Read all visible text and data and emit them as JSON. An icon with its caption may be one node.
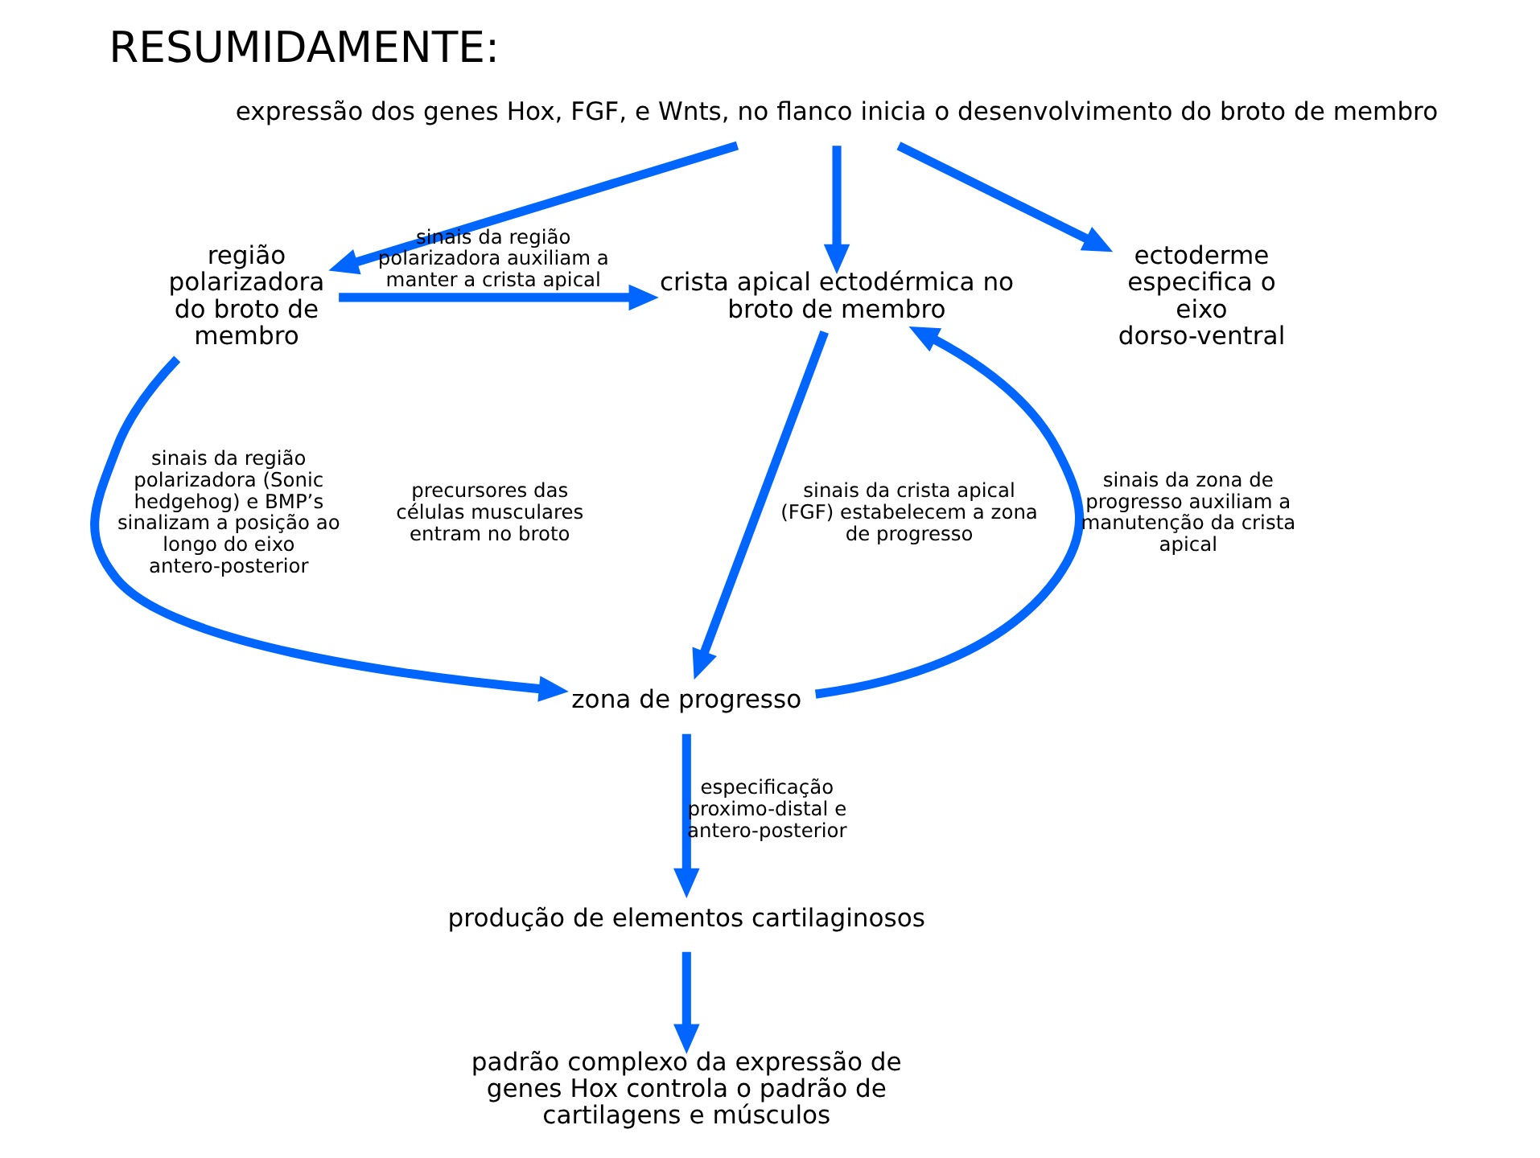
{
  "diagram": {
    "title": "RESUMIDAMENTE:",
    "nodes": [
      {
        "text": [
          "expressão dos genes Hox, FGF, e Wnts, no flanco inicia o desenvolvimento do broto de membro"
        ]
      },
      {
        "text": [
          "crista apical ectodérmica no broto de membro"
        ]
      },
      {
        "text": [
          "região polarizadora do broto de membro"
        ]
      },
      {
        "text": [
          "ectoderme especifica o eixo dorso-ventral"
        ]
      },
      {
        "text": [
          "zona de progresso"
        ]
      },
      {
        "text": [
          "produção de elementos cartilaginosos"
        ]
      },
      {
        "text": [
          "padrão complexo da expressão de genes Hox controla o padrão de cartilagens e músculos"
        ]
      }
    ],
    "edges": [
      {
        "from": 0,
        "to": 1,
        "arrow": "to"
      },
      {
        "from": 0,
        "to": 2,
        "arrow": "to"
      },
      {
        "from": 0,
        "to": 3,
        "arrow": "to"
      },
      {
        "from": 2,
        "to": 1,
        "arrow": "to",
        "label": "sinais da região polarizadora auxiliam a manter a crista apical"
      },
      {
        "from": 1,
        "to": 4,
        "arrow": "to",
        "label": "sinais da crista apical (FGF) estabelecem a zona de progresso"
      },
      {
        "from": 4,
        "to": 1,
        "arrow": "to",
        "label": "sinais da zona de progresso auxiliam a manutenção da crista apical"
      },
      {
        "from": 2,
        "to": 4,
        "arrow": "to",
        "label": "sinais da região polarizadora (Sonic hedgehog) e BMP’s sinalizam a posição ao longo do eixo antero-posterior"
      },
      {
        "from": 4,
        "to": 5,
        "arrow": "to",
        "label": "especificação proximo-distal e antero-posterior"
      },
      {
        "from": 5,
        "to": 6,
        "arrow": "to"
      }
    ],
    "labels": [
      "precursores das células musculares entram no broto"
    ]
  }
}
